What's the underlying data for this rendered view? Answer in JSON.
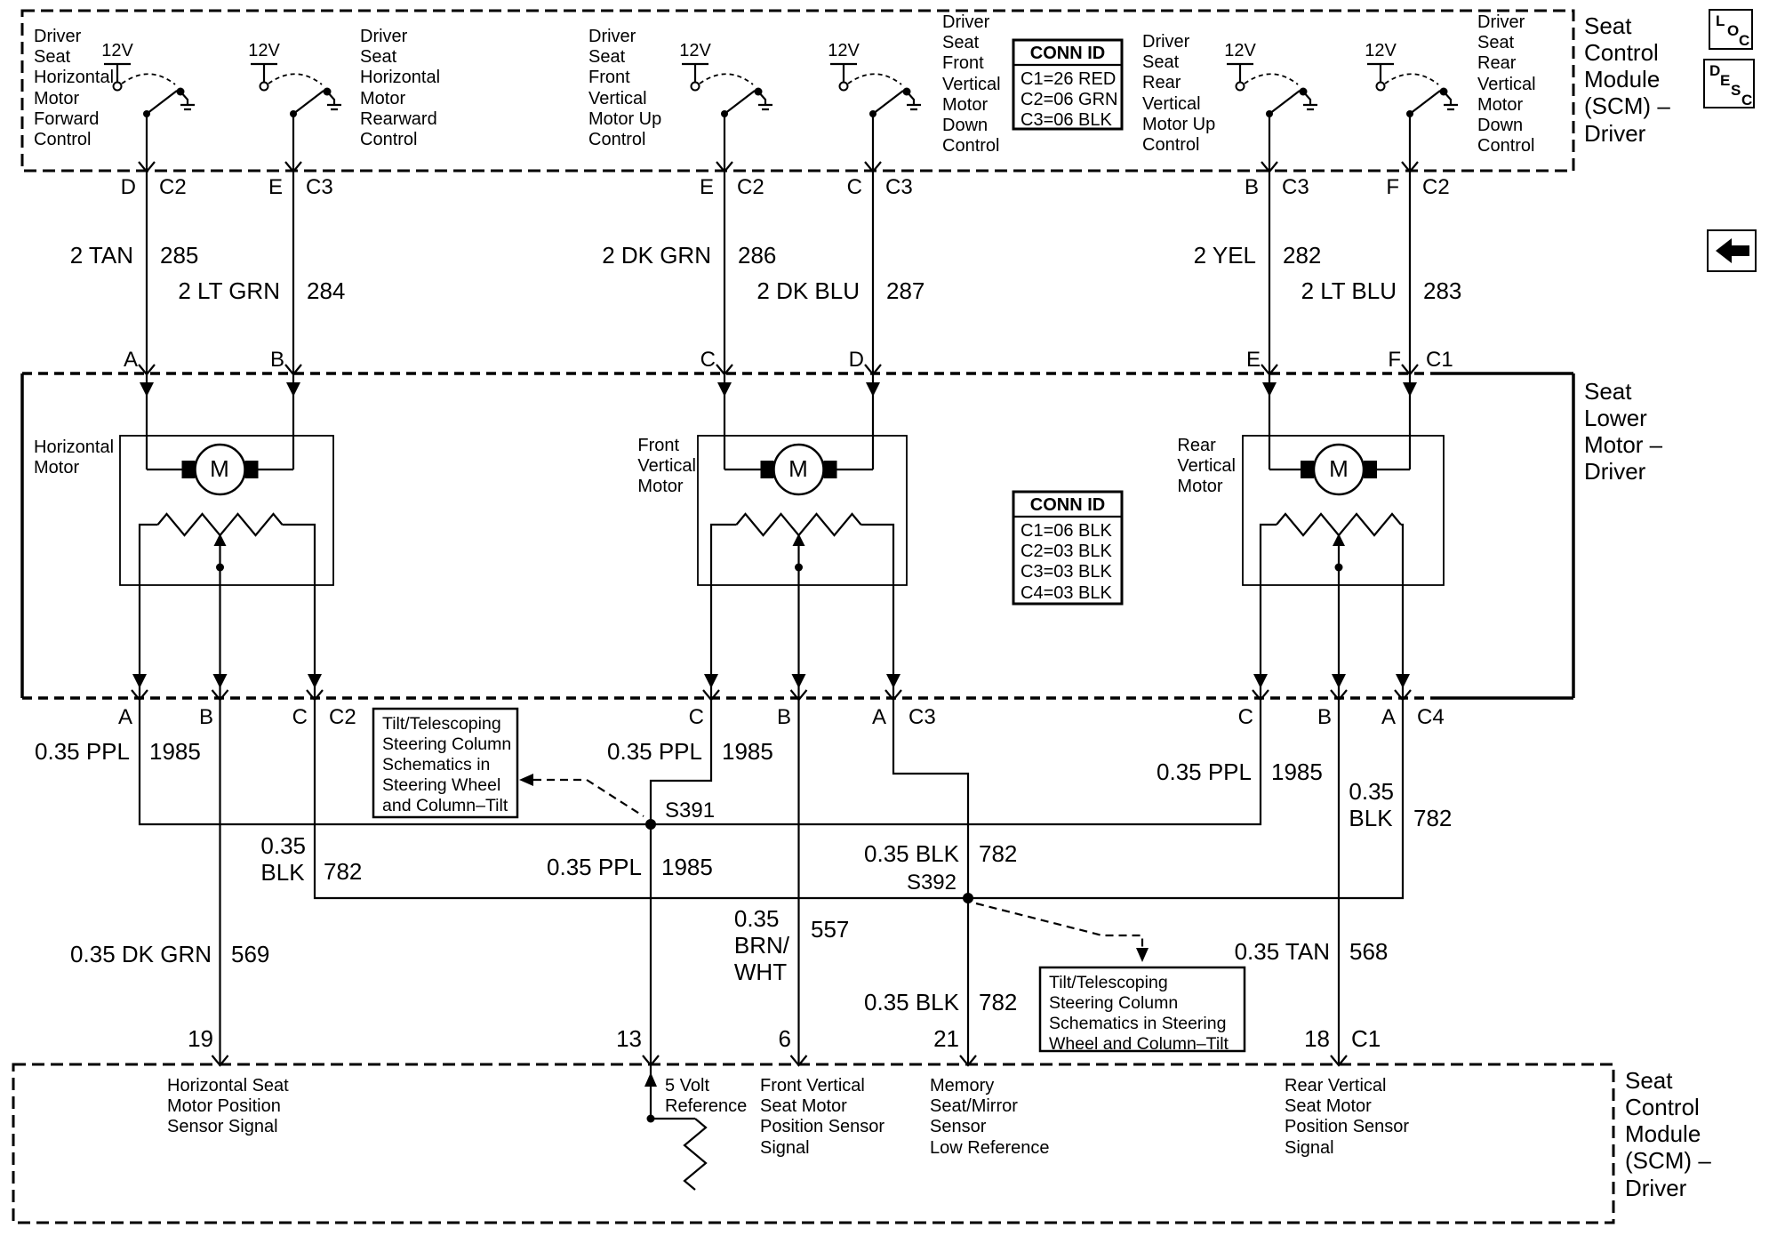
{
  "scm_top": {
    "title": "Seat\nControl\nModule\n(SCM) –\nDriver",
    "switches": [
      {
        "label": "Driver\nSeat\nHorizontal\nMotor\nForward\nControl",
        "supply": "12V",
        "pin": "D",
        "conn": "C2"
      },
      {
        "label": "Driver\nSeat\nHorizontal\nMotor\nRearward\nControl",
        "supply": "12V",
        "pin": "E",
        "conn": "C3"
      },
      {
        "label": "Driver\nSeat\nFront\nVertical\nMotor Up\nControl",
        "supply": "12V",
        "pin": "E",
        "conn": "C2"
      },
      {
        "label": "Driver\nSeat\nFront\nVertical\nMotor\nDown\nControl",
        "supply": "12V",
        "pin": "C",
        "conn": "C3"
      },
      {
        "label": "Driver\nSeat\nRear\nVertical\nMotor Up\nControl",
        "supply": "12V",
        "pin": "B",
        "conn": "C3"
      },
      {
        "label": "Driver\nSeat\nRear\nVertical\nMotor\nDown\nControl",
        "supply": "12V",
        "pin": "F",
        "conn": "C2"
      }
    ],
    "conn_id": {
      "title": "CONN ID",
      "rows": "C1=26 RED\nC2=06 GRN\nC3=06 BLK"
    }
  },
  "wires_top": [
    {
      "spec": "2 TAN",
      "circuit": "285"
    },
    {
      "spec": "2 LT GRN",
      "circuit": "284"
    },
    {
      "spec": "2 DK GRN",
      "circuit": "286"
    },
    {
      "spec": "2 DK BLU",
      "circuit": "287"
    },
    {
      "spec": "2 YEL",
      "circuit": "282"
    },
    {
      "spec": "2 LT BLU",
      "circuit": "283"
    }
  ],
  "motor_box": {
    "title": "Seat\nLower\nMotor –\nDriver",
    "top_pins": [
      "A",
      "B",
      "C",
      "D",
      "E",
      "F"
    ],
    "top_conn": "C1",
    "motors": [
      {
        "name": "Horizontal\nMotor",
        "symbol": "M"
      },
      {
        "name": "Front\nVertical\nMotor",
        "symbol": "M"
      },
      {
        "name": "Rear\nVertical\nMotor",
        "symbol": "M"
      }
    ],
    "conn_id": {
      "title": "CONN ID",
      "rows": "C1=06 BLK\nC2=03 BLK\nC3=03 BLK\nC4=03 BLK"
    },
    "bottom_pins": {
      "g1": [
        "A",
        "B",
        "C"
      ],
      "g1_conn": "C2",
      "g2": [
        "C",
        "B",
        "A"
      ],
      "g2_conn": "C3",
      "g3": [
        "C",
        "B",
        "A"
      ],
      "g3_conn": "C4"
    }
  },
  "wires_lower": {
    "left_a": {
      "spec": "0.35 PPL",
      "circuit": "1985"
    },
    "left_b": {
      "spec": "0.35 DK GRN",
      "circuit": "569"
    },
    "left_c": {
      "spec": "0.35\nBLK",
      "circuit": "782"
    },
    "mid_c": {
      "spec": "0.35 PPL",
      "circuit": "1985"
    },
    "mid_b": {
      "spec": "0.35\nBRN/\nWHT",
      "circuit": "557"
    },
    "mid_a": {
      "spec": "0.35 BLK",
      "circuit": "782"
    },
    "below_s391": {
      "spec": "0.35 PPL",
      "circuit": "1985"
    },
    "below_s392": {
      "spec": "0.35 BLK",
      "circuit": "782"
    },
    "right_c": {
      "spec": "0.35 PPL",
      "circuit": "1985"
    },
    "right_b": {
      "spec": "0.35 TAN",
      "circuit": "568"
    },
    "right_a": {
      "spec": "0.35\nBLK",
      "circuit": "782"
    },
    "s391": "S391",
    "s392": "S392"
  },
  "callouts": {
    "steering1": "Tilt/Telescoping\nSteering Column\nSchematics in\nSteering Wheel\nand Column–Tilt",
    "steering2": "Tilt/Telescoping\nSteering Column\nSchematics in Steering\nWheel and Column–Tilt"
  },
  "scm_bottom": {
    "title": "Seat\nControl\nModule\n(SCM) –\nDriver",
    "pins": [
      "19",
      "13",
      "6",
      "21",
      "18"
    ],
    "conn": "C1",
    "labels": [
      "Horizontal Seat\nMotor Position\nSensor Signal",
      "5 Volt\nReference",
      "Front Vertical\nSeat Motor\nPosition Sensor\nSignal",
      "Memory\nSeat/Mirror\nSensor\nLow Reference",
      "Rear Vertical\nSeat Motor\nPosition Sensor\nSignal"
    ]
  },
  "corner": {
    "loc": [
      "L",
      "O",
      "C"
    ],
    "desc": [
      "D",
      "E",
      "S",
      "C"
    ]
  }
}
